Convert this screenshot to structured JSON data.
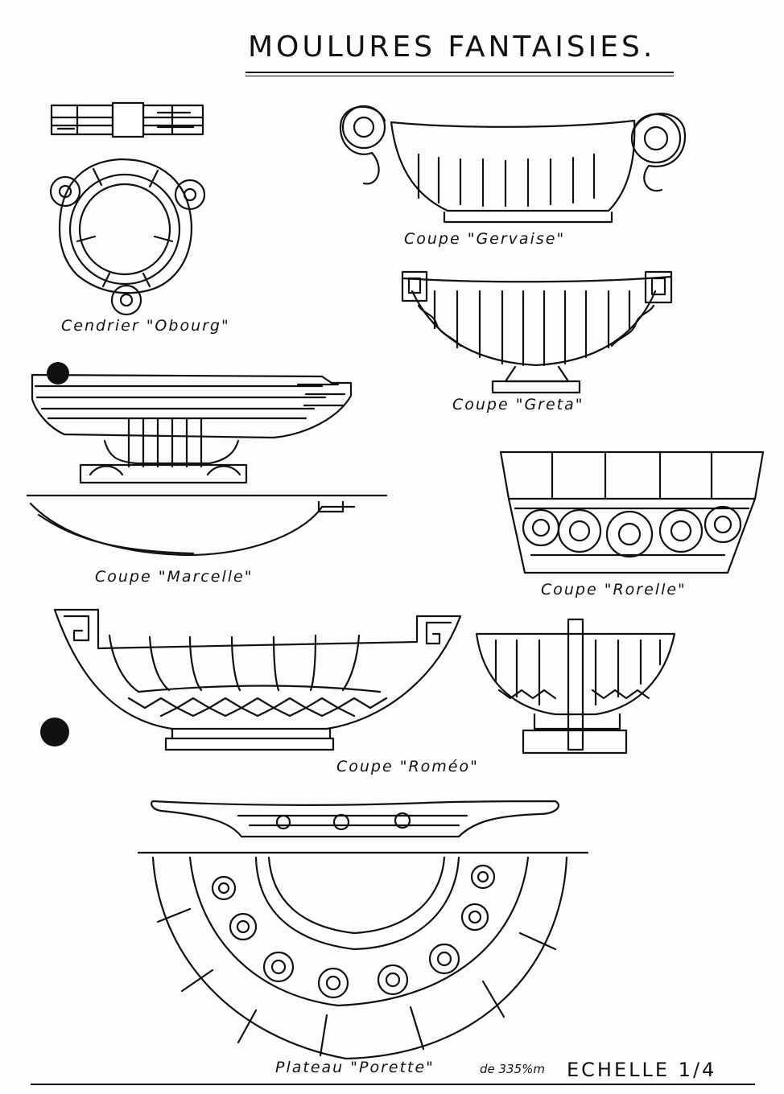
{
  "sheet": {
    "title": "MOULURES FANTAISIES.",
    "scale": "ECHELLE 1/4"
  },
  "items": {
    "gervaise": "Coupe \"Gervaise\"",
    "obourg": "Cendrier \"Obourg\"",
    "greta": "Coupe \"Greta\"",
    "marcelle": "Coupe \"Marcelle\"",
    "rorelle": "Coupe \"Rorelle\"",
    "romeo": "Coupe \"Roméo\"",
    "plateau": "Plateau \"Porette\"",
    "plateau_size": "de 335%m"
  }
}
